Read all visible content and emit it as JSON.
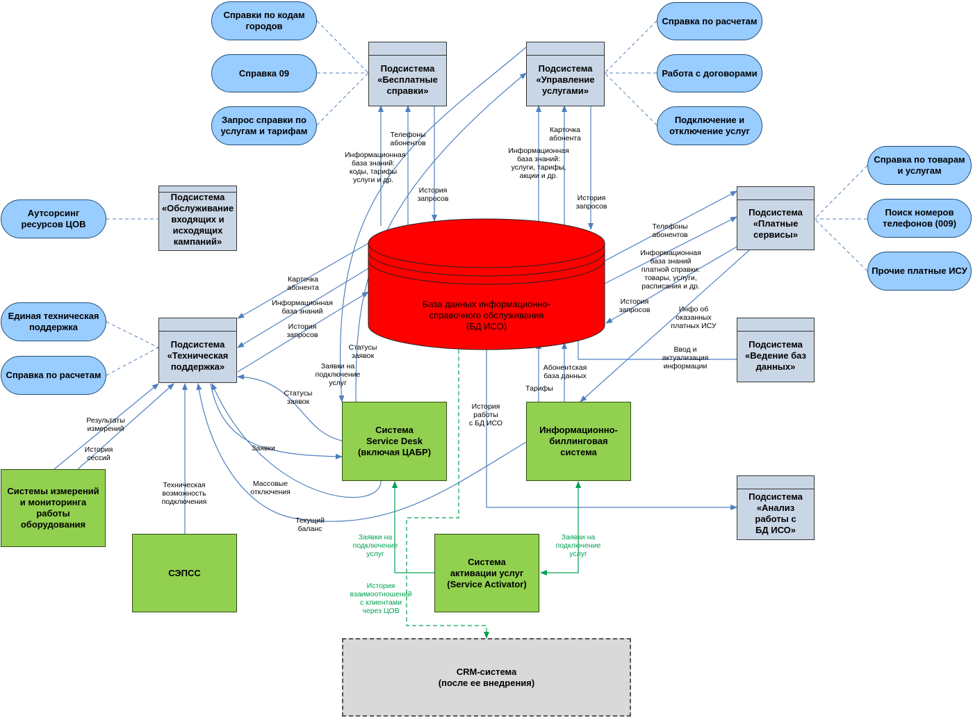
{
  "nodes": {
    "free_city": "Справки по кодам\nгородов",
    "free_09": "Справка 09",
    "free_tariff": "Запрос справки по\nуслугам и тарифам",
    "sub_free": "Подсистема\n«Бесплатные\nсправки»",
    "sub_service": "Подсистема\n«Управление\nуслугами»",
    "svc_calc": "Справка по расчетам",
    "svc_contracts": "Работа с договорами",
    "svc_connect": "Подключение и\nотключение услуг",
    "paid_goods": "Справка по товарам\nи услугам",
    "paid_phones": "Поиск номеров\nтелефонов (009)",
    "paid_other": "Прочие платные ИСУ",
    "sub_paid": "Подсистема\n«Платные\nсервисы»",
    "outsourcing": "Аутсорсинг\nресурсов ЦОВ",
    "sub_campaigns": "Подсистема\n«Обслуживание\nвходящих и\nисходящих\nкампаний»",
    "tech_unified": "Единая техническая\nподдержка",
    "tech_calc": "Справка по расчетам",
    "sub_tech": "Подсистема\n«Техническая\nподдержка»",
    "db": "База данных информационно-\nсправочного обслуживания\n(БД ИСО)",
    "sub_dbmaint": "Подсистема\n«Ведение баз\nданных»",
    "service_desk": "Система\nService Desk\n(включая ЦАБР)",
    "billing": "Информационно-\nбиллинговая\nсистема",
    "sub_analysis": "Подсистема\n«Анализ\nработы с\nБД ИСО»",
    "measure": "Системы измерений\nи мониторинга\nработы\nоборудования",
    "seps": "СЭПСС",
    "activator": "Система\nактивации услуг\n(Service Activator)",
    "crm": "CRM-система\n(после ее внедрения)"
  },
  "labels": {
    "phones_free": "Телефоны\nабонентов",
    "kb_free": "Информационная\nбаза знаний:\nкоды, тарифы\nуслуги и др.",
    "hist_free": "История\nзапросов",
    "card_svc": "Карточка\nабонента",
    "kb_svc": "Информационная\nбаза знаний:\nуслуги, тарифы,\nакции и др.",
    "hist_svc": "История\nзапросов",
    "phones_paid": "Телефоны\nабонентов",
    "kb_paid": "Информационная\nбаза знаний\nплатной справки:\nтовары, услуги,\nрасписания и др.",
    "hist_paid": "История\nзапросов",
    "info_paid": "Инфо об\nоказанных\nплатных ИСУ",
    "input_upd": "Ввод и\nактуализация\nинформации",
    "card_tech": "Карточка\nабонента",
    "kb_tech": "Информационная\nбаза знаний",
    "hist_tech": "История\nзапросов",
    "status_db": "Статусы\nзаявок",
    "req_conn_sd": "Заявки на\nподключение\nуслуг",
    "status_tech": "Статусы\nзаявок",
    "requests": "Заявки",
    "mass_off": "Массовые\nотключения",
    "balance": "Текущий\nбаланс",
    "results": "Результаты\nизмерений",
    "sessions": "История\nсессий",
    "tech_possible": "Техническая\nвозможность\nподключения",
    "abon_db": "Абонентская\nбаза данных",
    "tariffs": "Тарифы",
    "hist_iso": "История\nработы\nс БД ИСО",
    "req_conn_g1": "Заявки на\nподключение\nуслуг",
    "req_conn_g2": "Заявки на\nподключение\nуслуг",
    "crm_history": "История\nвзаимоотношений\nс клиентами\nчерез ЦОВ"
  },
  "colors": {
    "pill": "#99ccff",
    "subsystem": "#c9d6e6",
    "system": "#92d050",
    "database": "#ff0000",
    "crm": "#d9d9d9",
    "flow_blue": "#4f7fbf",
    "flow_green": "#00a050"
  }
}
